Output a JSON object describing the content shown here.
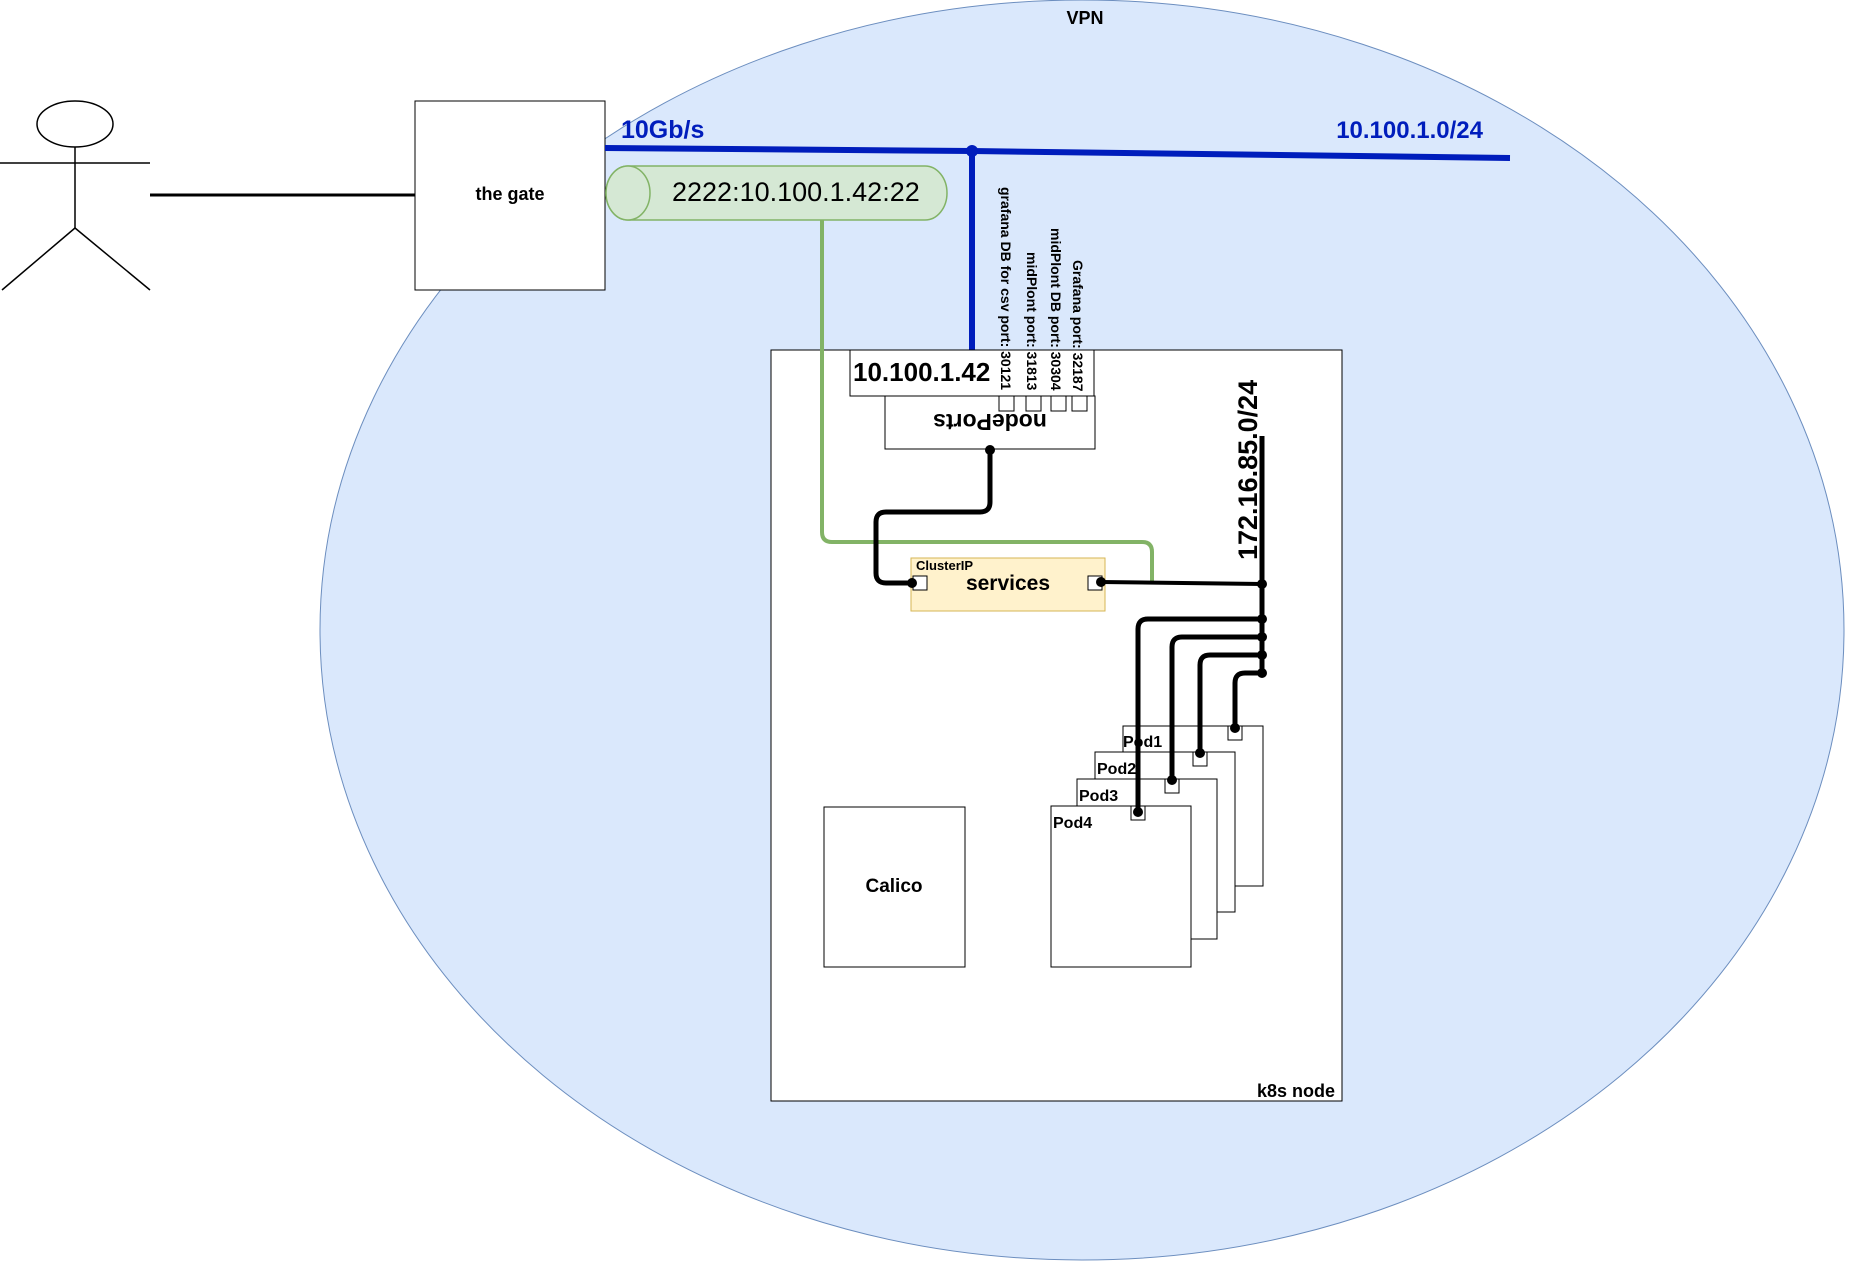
{
  "vpn": {
    "label": "VPN",
    "fill": "#dae8fc",
    "stroke": "#6c8ebf"
  },
  "gate": {
    "label": "the gate"
  },
  "network": {
    "speed": "10Gb/s",
    "subnet": "10.100.1.0/24",
    "color": "#001dbc"
  },
  "tunnel": {
    "label": "2222:10.100.1.42:22",
    "fill": "#d5e8d4",
    "stroke": "#82b366",
    "line_color": "#82b366"
  },
  "node": {
    "label": "k8s node",
    "ip": "10.100.1.42",
    "nodeports_label": "nodePorts",
    "ports": [
      "grafana DB for csv port: 30121",
      "midPlont port: 31813",
      "midPlont DB port: 30304",
      "Grafana port: 32187"
    ],
    "pod_network": "172.16.85.0/24"
  },
  "services": {
    "tag": "ClusterIP",
    "label": "services",
    "fill": "#fff2cc",
    "stroke": "#d6b656"
  },
  "calico": {
    "label": "Calico"
  },
  "pods": [
    "Pod1",
    "Pod2",
    "Pod3",
    "Pod4"
  ]
}
